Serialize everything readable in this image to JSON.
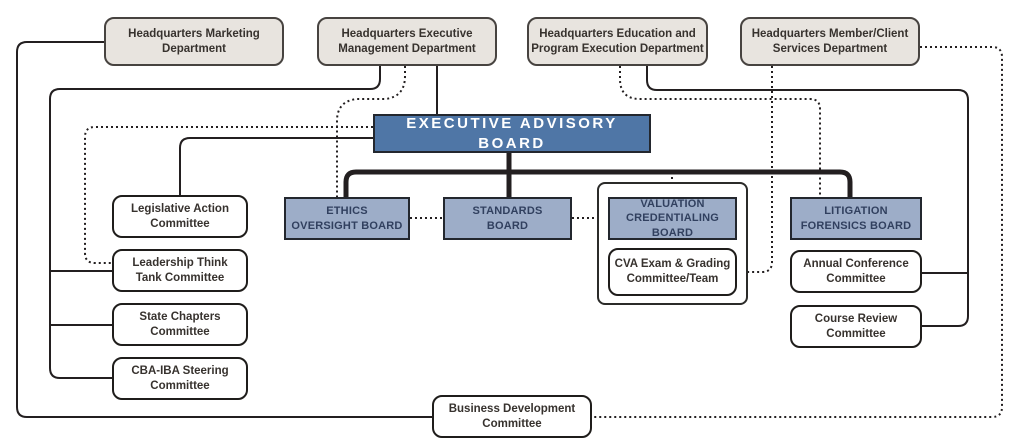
{
  "diagram": {
    "kind": "organizational-chart",
    "root_label": "EXECUTIVE ADVISORY BOARD"
  },
  "colors": {
    "department_fill": "#e8e4df",
    "executive_board_fill": "#4f76a6",
    "board_fill": "#9dadc8",
    "board_text": "#31405f",
    "line_color": "#231f20",
    "committee_fill": "#ffffff"
  },
  "nodes": {
    "marketing": {
      "type": "department",
      "label": "Headquarters Marketing Department",
      "lines": [
        "Headquarters Marketing",
        "Department"
      ]
    },
    "execmgmt": {
      "type": "department",
      "label": "Headquarters Executive Management Department",
      "lines": [
        "Headquarters Executive",
        "Management Department"
      ]
    },
    "education": {
      "type": "department",
      "label": "Headquarters Education and Program Execution Department",
      "lines": [
        "Headquarters Education and",
        "Program Execution Department"
      ]
    },
    "memberclient": {
      "type": "department",
      "label": "Headquarters Member/Client Services Department",
      "lines": [
        "Headquarters Member/Client",
        "Services Department"
      ]
    },
    "eab": {
      "type": "executive-board",
      "label": "EXECUTIVE ADVISORY BOARD",
      "lines": [
        "EXECUTIVE ADVISORY BOARD"
      ]
    },
    "ethics": {
      "type": "board",
      "label": "Ethics Oversight Board",
      "lines": [
        "ETHICS",
        "OVERSIGHT BOARD"
      ]
    },
    "standards": {
      "type": "board",
      "label": "Standards Board",
      "lines": [
        "STANDARDS",
        "BOARD"
      ]
    },
    "valuation": {
      "type": "board",
      "label": "Valuation Credentialing Board",
      "lines": [
        "VALUATION",
        "CREDENTIALING BOARD"
      ]
    },
    "litigation": {
      "type": "board",
      "label": "Litigation Forensics Board",
      "lines": [
        "LITIGATION",
        "FORENSICS BOARD"
      ]
    },
    "legislative": {
      "type": "committee",
      "label": "Legislative Action Committee",
      "lines": [
        "Legislative Action",
        "Committee"
      ]
    },
    "leadership": {
      "type": "committee",
      "label": "Leadership Think Tank Committee",
      "lines": [
        "Leadership Think",
        "Tank Committee"
      ]
    },
    "statechapters": {
      "type": "committee",
      "label": "State Chapters Committee",
      "lines": [
        "State Chapters",
        "Committee"
      ]
    },
    "cbaiba": {
      "type": "committee",
      "label": "CBA-IBA Steering Committee",
      "lines": [
        "CBA-IBA Steering",
        "Committee"
      ]
    },
    "cva": {
      "type": "committee",
      "label": "CVA Exam & Grading Committee/Team",
      "lines": [
        "CVA Exam & Grading",
        "Committee/Team"
      ]
    },
    "annualconf": {
      "type": "committee",
      "label": "Annual Conference Committee",
      "lines": [
        "Annual Conference",
        "Committee"
      ]
    },
    "coursereview": {
      "type": "committee",
      "label": "Course Review Committee",
      "lines": [
        "Course Review",
        "Committee"
      ]
    },
    "bizdev": {
      "type": "committee",
      "label": "Business Development Committee",
      "lines": [
        "Business Development",
        "Committee"
      ]
    }
  },
  "connections": [
    {
      "from": "Headquarters Marketing Department",
      "to": "Business Development Committee",
      "style": "solid"
    },
    {
      "from": "Headquarters Executive Management Department",
      "to": "Leadership Think Tank Committee",
      "style": "solid"
    },
    {
      "from": "Headquarters Executive Management Department",
      "to": "State Chapters Committee",
      "style": "solid"
    },
    {
      "from": "Headquarters Executive Management Department",
      "to": "CBA-IBA Steering Committee",
      "style": "solid"
    },
    {
      "from": "Headquarters Executive Management Department",
      "to": "EXECUTIVE ADVISORY BOARD",
      "style": "solid"
    },
    {
      "from": "EXECUTIVE ADVISORY BOARD",
      "to": "Legislative Action Committee",
      "style": "solid"
    },
    {
      "from": "EXECUTIVE ADVISORY BOARD",
      "to": "Ethics Oversight Board",
      "style": "thick"
    },
    {
      "from": "EXECUTIVE ADVISORY BOARD",
      "to": "Standards Board",
      "style": "thick"
    },
    {
      "from": "EXECUTIVE ADVISORY BOARD",
      "to": "Litigation Forensics Board",
      "style": "thick"
    },
    {
      "from": "Valuation Credentialing Board",
      "to": "CVA Exam & Grading Committee/Team",
      "style": "solid"
    },
    {
      "from": "Headquarters Education and Program Execution Department",
      "to": "Annual Conference Committee",
      "style": "solid"
    },
    {
      "from": "Headquarters Education and Program Execution Department",
      "to": "Course Review Committee",
      "style": "solid"
    },
    {
      "from": "Headquarters Executive Management Department",
      "to": "Ethics Oversight Board",
      "style": "dotted"
    },
    {
      "from": "EXECUTIVE ADVISORY BOARD",
      "to": "Leadership Think Tank Committee",
      "style": "dotted"
    },
    {
      "from": "Headquarters Education and Program Execution Department",
      "to": "Litigation Forensics Board",
      "style": "dotted"
    },
    {
      "from": "Headquarters Member/Client Services Department",
      "to": "Business Development Committee",
      "style": "dotted"
    },
    {
      "from": "Headquarters Member/Client Services Department",
      "to": "CVA Exam & Grading Committee/Team",
      "style": "dotted"
    },
    {
      "from": "Ethics Oversight Board",
      "to": "Standards Board",
      "style": "dotted"
    },
    {
      "from": "Standards Board",
      "to": "Valuation Credentialing Board",
      "style": "dotted"
    },
    {
      "from": "EXECUTIVE ADVISORY BOARD",
      "to": "Valuation Credentialing Board",
      "style": "dotted"
    }
  ]
}
